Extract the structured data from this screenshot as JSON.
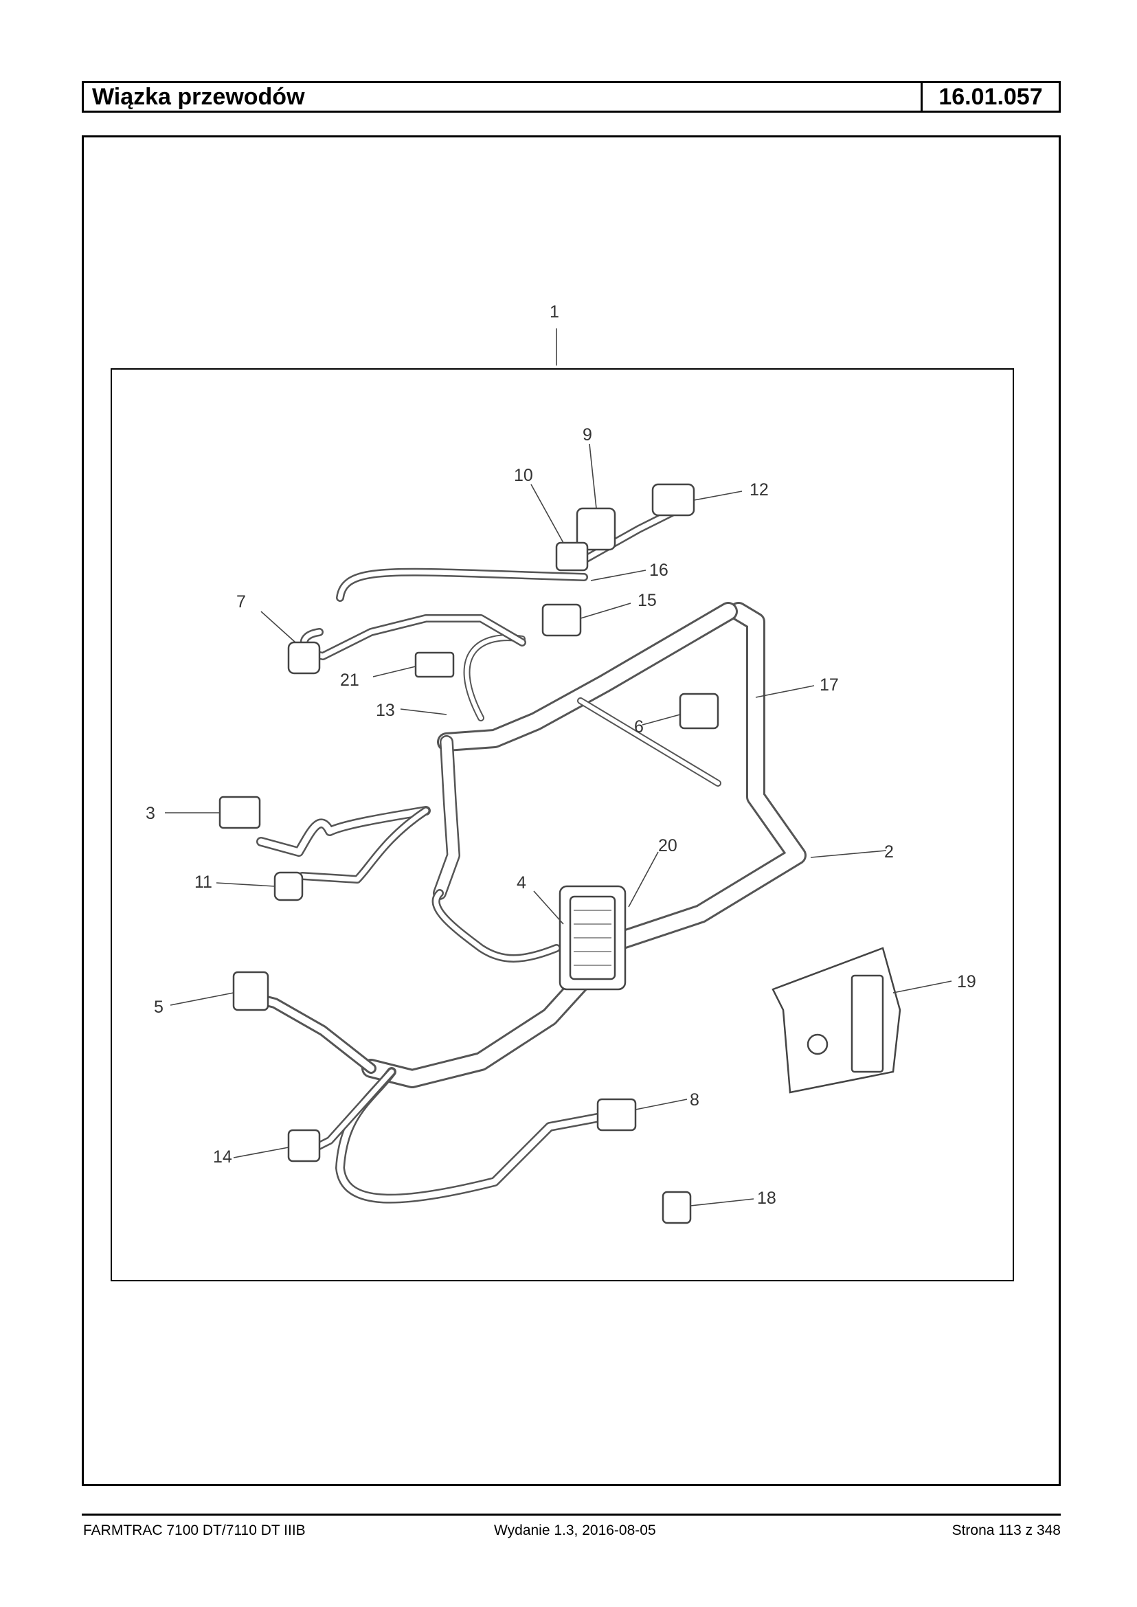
{
  "header": {
    "title": "Wiązka przewodów",
    "code": "16.01.057"
  },
  "diagram": {
    "callouts": [
      "1",
      "2",
      "3",
      "4",
      "5",
      "6",
      "7",
      "8",
      "9",
      "10",
      "11",
      "12",
      "13",
      "14",
      "15",
      "16",
      "17",
      "18",
      "19",
      "20",
      "21"
    ]
  },
  "footer": {
    "model": "FARMTRAC 7100 DT/7110 DT IIIB",
    "edition": "Wydanie 1.3,  2016-08-05",
    "page": "Strona 113 z 348"
  }
}
